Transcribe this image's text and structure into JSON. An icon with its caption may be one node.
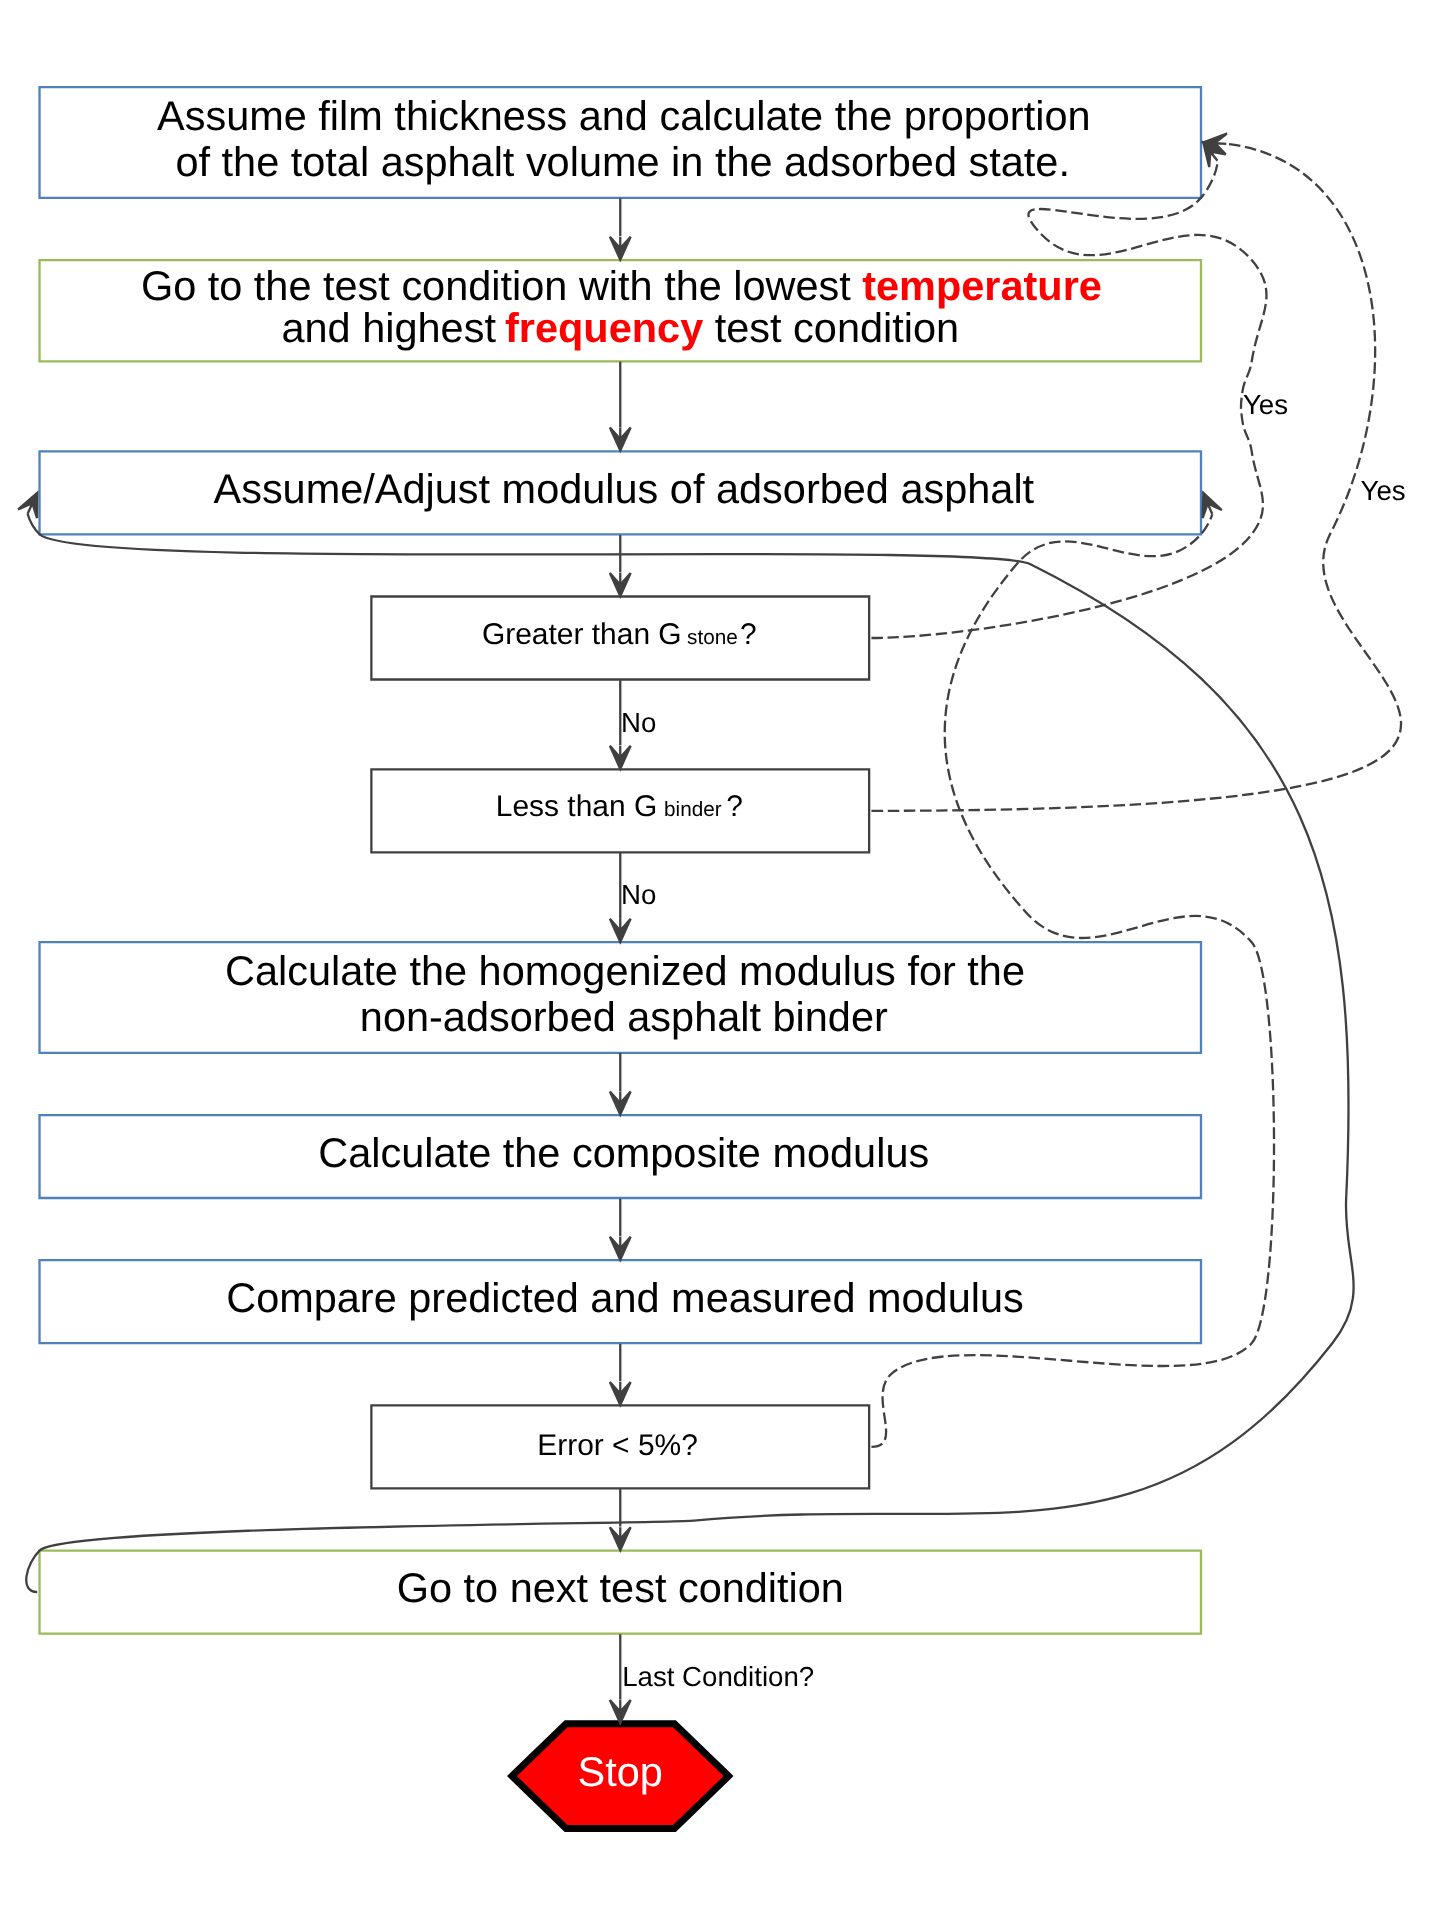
{
  "diagram": {
    "nodes": [
      {
        "text": [
          "Assume film thickness and calculate the proportion of the total asphalt volume in the adsorbed state."
        ]
      },
      {
        "text": [
          "Go to the test condition with the lowest **temperature** and highest **frequency** test condition"
        ]
      },
      {
        "text": [
          "Assume/Adjust modulus of adsorbed asphalt"
        ]
      },
      {
        "text": [
          "Greater than G$_{stone}$?"
        ]
      },
      {
        "text": [
          "Less than G$_{binder}$?"
        ]
      },
      {
        "text": [
          "Calculate the homogenized modulus for the non-adsorbed asphalt binder"
        ]
      },
      {
        "text": [
          "Calculate the composite modulus"
        ]
      },
      {
        "text": [
          "Compare predicted and measured modulus"
        ]
      },
      {
        "text": [
          "Error < 5%?"
        ]
      },
      {
        "text": [
          "Go to next test condition"
        ]
      },
      {
        "text": [
          "Stop"
        ]
      }
    ],
    "edges": [
      {
        "from": 0,
        "to": 1,
        "arrow": "to"
      },
      {
        "from": 1,
        "to": 2,
        "arrow": "to"
      },
      {
        "from": 2,
        "to": 3,
        "arrow": "to"
      },
      {
        "from": 3,
        "to": 0,
        "arrow": "to",
        "label": "Yes",
        "style": "dashed"
      },
      {
        "from": 3,
        "to": 4,
        "arrow": "to",
        "label": "No"
      },
      {
        "from": 4,
        "to": 0,
        "arrow": "to",
        "label": "Yes",
        "style": "dashed"
      },
      {
        "from": 4,
        "to": 5,
        "arrow": "to",
        "label": "No"
      },
      {
        "from": 5,
        "to": 6,
        "arrow": "to"
      },
      {
        "from": 6,
        "to": 7,
        "arrow": "to"
      },
      {
        "from": 7,
        "to": 8,
        "arrow": "to"
      },
      {
        "from": 8,
        "to": 2,
        "arrow": "to",
        "style": "dashed"
      },
      {
        "from": 8,
        "to": 9,
        "arrow": "to"
      },
      {
        "from": 9,
        "to": 2,
        "arrow": "to"
      },
      {
        "from": 9,
        "to": 10,
        "arrow": "to",
        "label": "Last Condition?"
      }
    ]
  }
}
